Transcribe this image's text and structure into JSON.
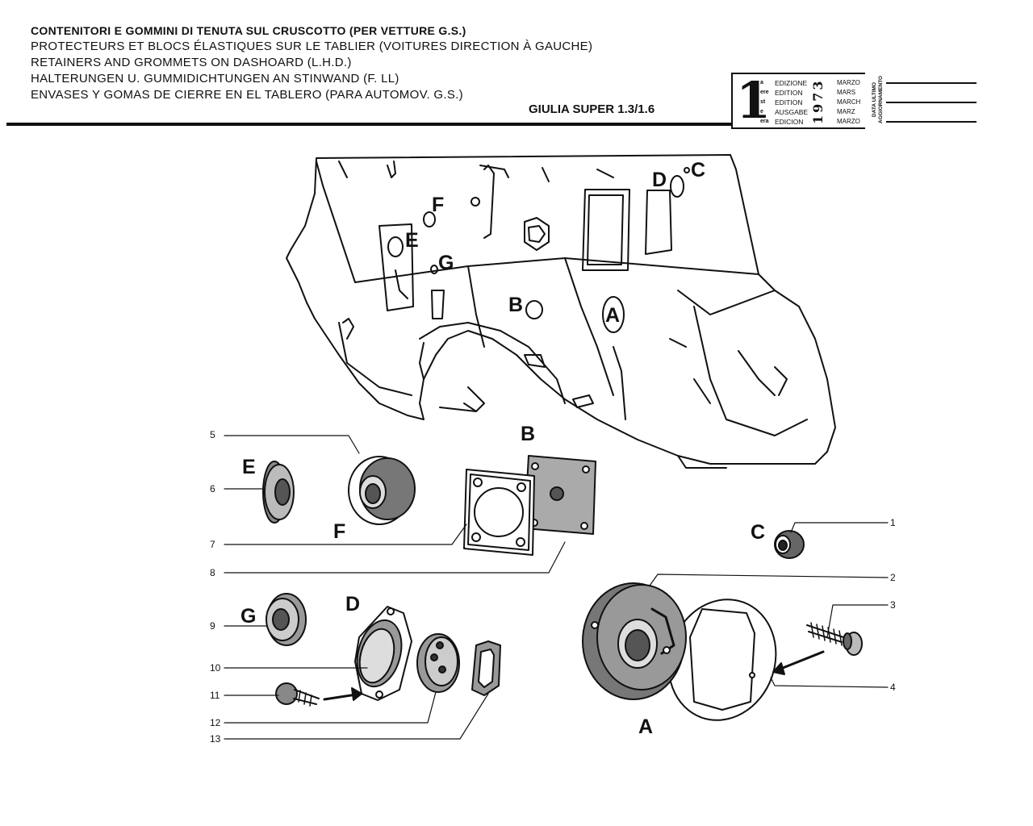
{
  "header": {
    "title_lines": [
      "CONTENITORI E GOMMINI DI TENUTA SUL CRUSCOTTO (PER VETTURE G.S.)",
      "PROTECTEURS ET BLOCS ÉLASTIQUES SUR LE TABLIER (VOITURES DIRECTION À GAUCHE)",
      "RETAINERS AND GROMMETS ON DASHOARD (L.H.D.)",
      "HALTERUNGEN U. GUMMIDICHTUNGEN AN STINWAND (F. LL)",
      "ENVASES Y GOMAS DE CIERRE EN EL TABLERO (PARA AUTOMOV. G.S.)"
    ],
    "model": "GIULIA SUPER 1.3/1.6"
  },
  "edition_box": {
    "number": "1",
    "suffixes": [
      "a",
      "ere",
      "st",
      "e",
      "era"
    ],
    "words": [
      "EDIZIONE",
      "EDITION",
      "EDITION",
      "AUSGABE",
      "EDICION"
    ],
    "year": "1973",
    "months": [
      "MARZO",
      "MARS",
      "MARCH",
      "MARZ",
      "MARZO"
    ],
    "side_label_1": "DATA ULTIMO",
    "side_label_2": "AGGIORNAMENTO"
  },
  "diagram": {
    "panel_letters": [
      "D",
      "C",
      "F",
      "E",
      "G",
      "B",
      "A"
    ],
    "part_letters": [
      "E",
      "F",
      "B",
      "C",
      "G",
      "D",
      "A"
    ],
    "callouts": [
      "5",
      "6",
      "7",
      "8",
      "1",
      "2",
      "3",
      "4",
      "9",
      "10",
      "11",
      "12",
      "13"
    ]
  }
}
